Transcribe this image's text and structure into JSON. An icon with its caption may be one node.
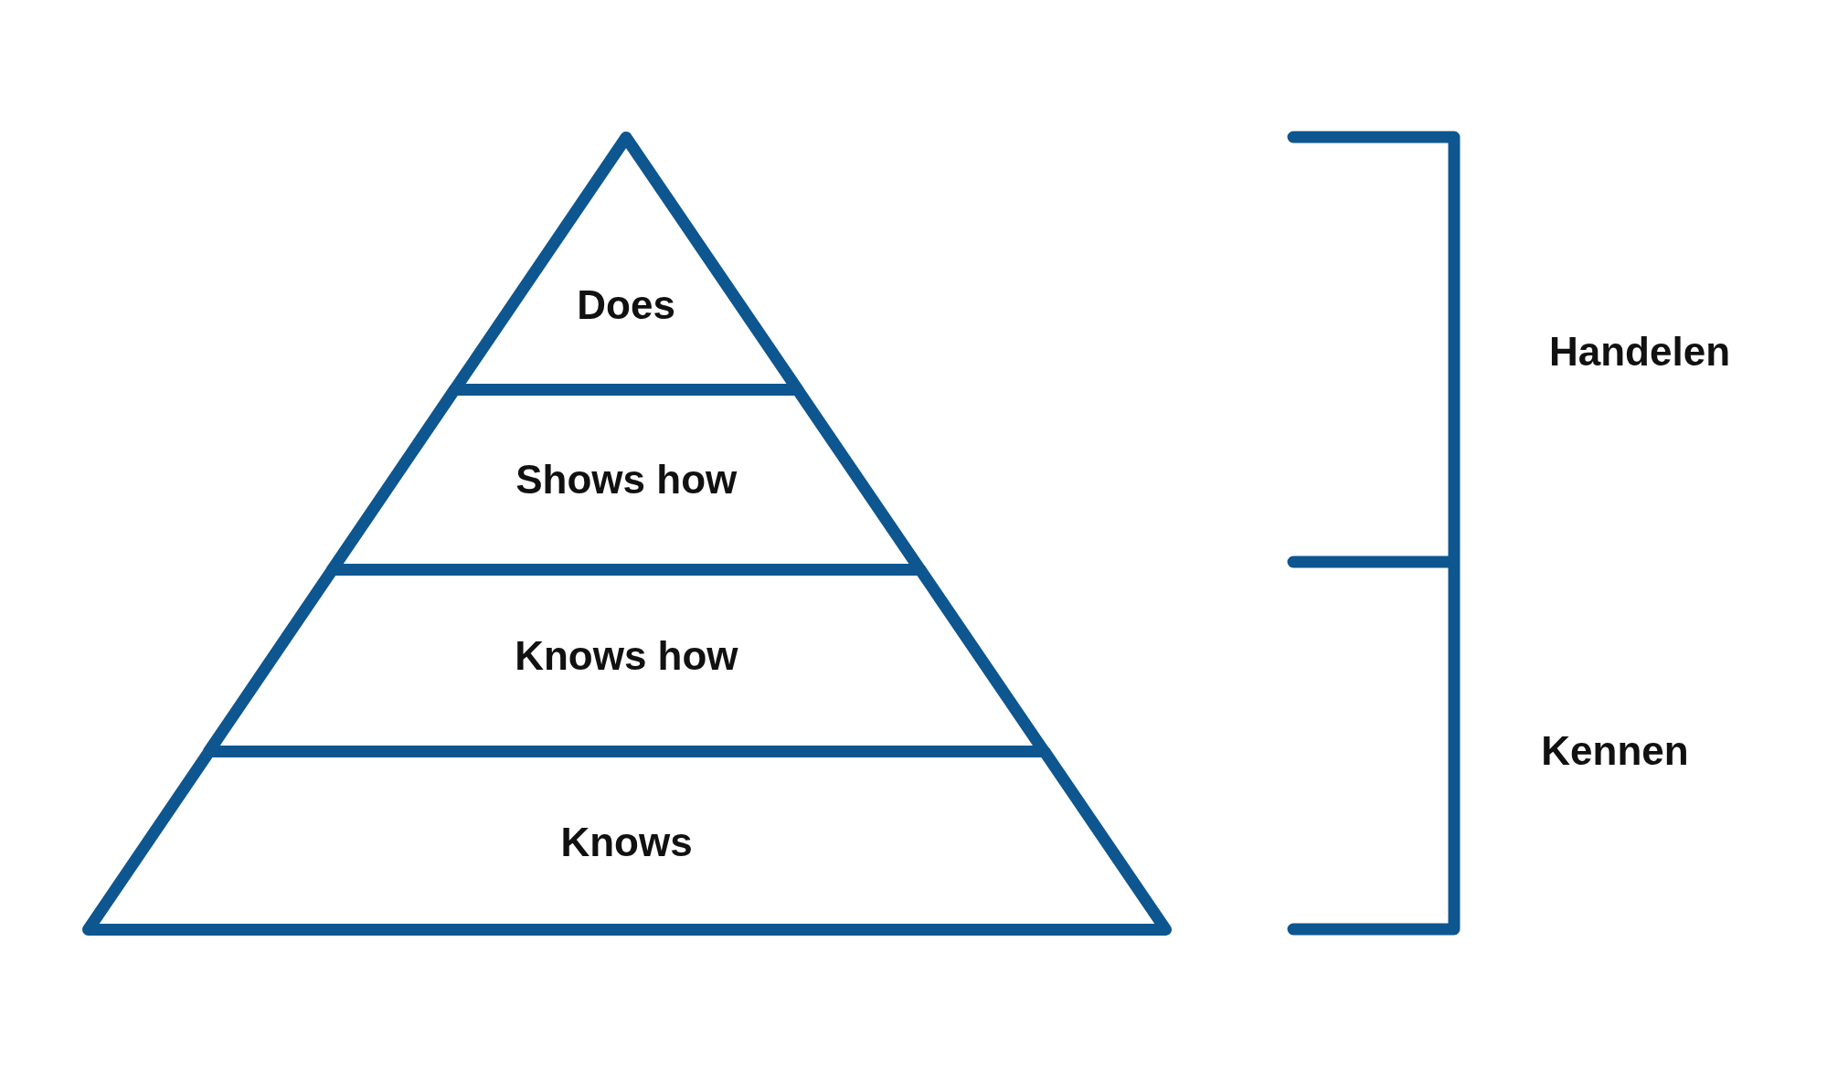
{
  "diagram": {
    "nodes": [
      {
        "text": [
          "Does"
        ]
      },
      {
        "text": [
          "Shows how"
        ]
      },
      {
        "text": [
          "Knows how"
        ]
      },
      {
        "text": [
          "Knows"
        ]
      }
    ],
    "labels": [
      "Handelen",
      "Kennen"
    ]
  }
}
